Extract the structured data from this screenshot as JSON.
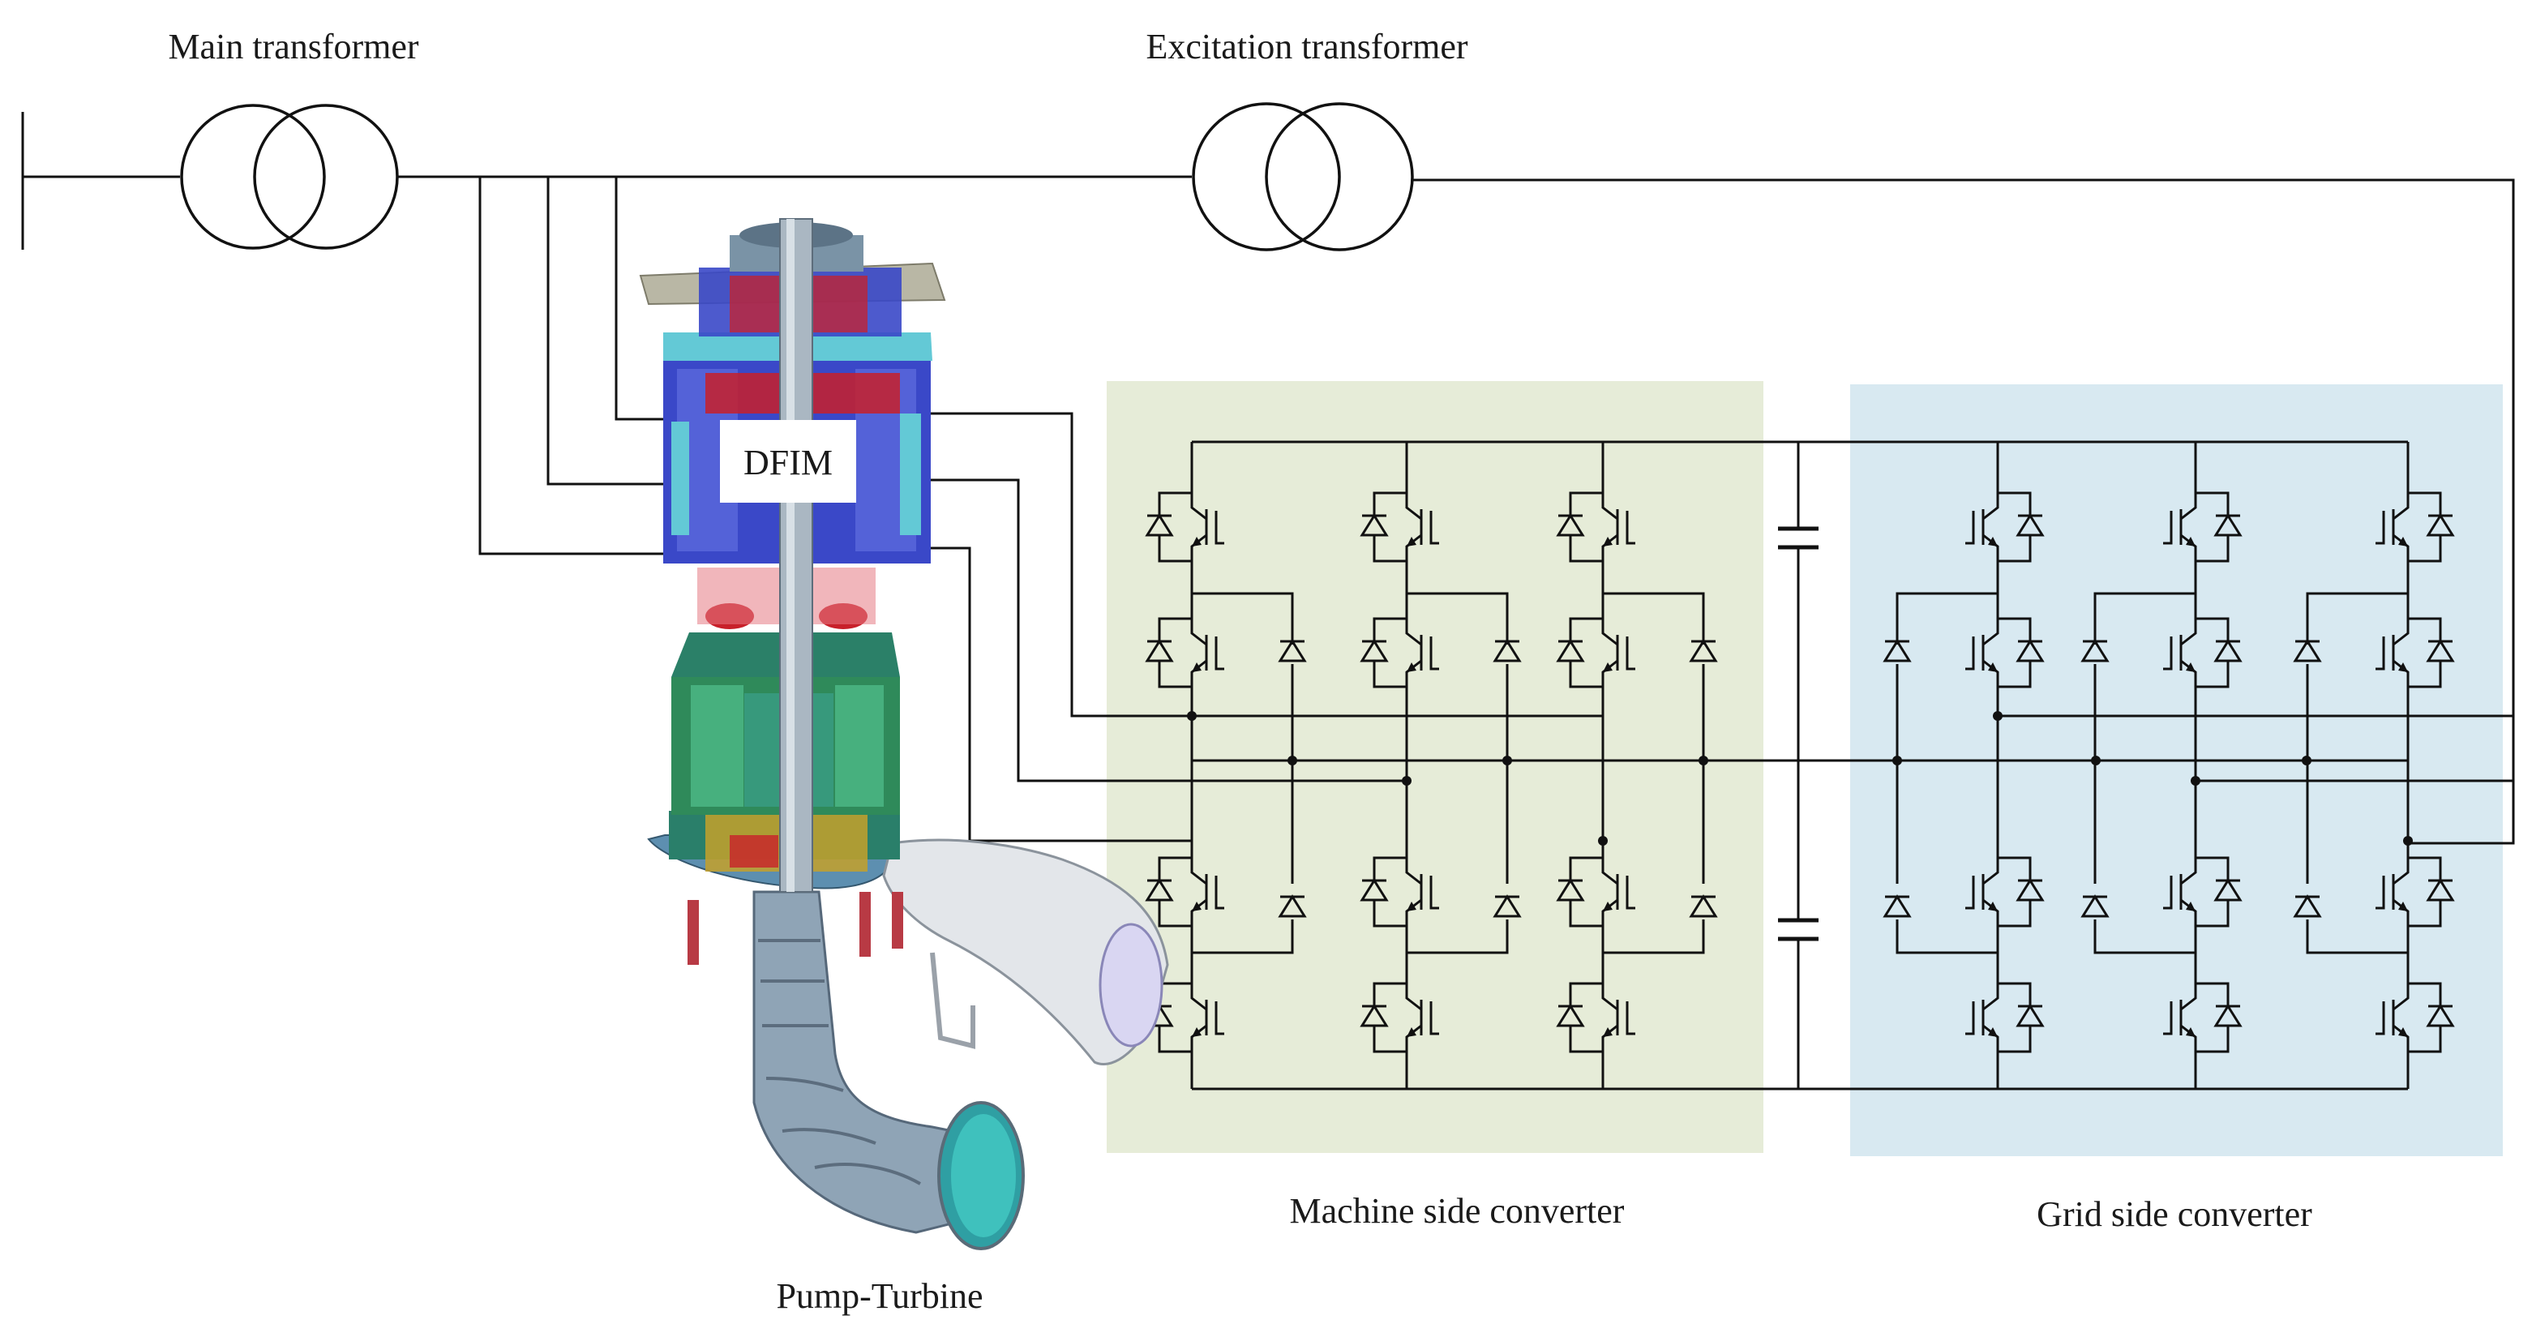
{
  "labels": {
    "main_transformer": "Main transformer",
    "excitation_transformer": "Excitation transformer",
    "dfim": "DFIM",
    "machine_side_converter": "Machine side converter",
    "grid_side_converter": "Grid side converter",
    "pump_turbine": "Pump-Turbine"
  },
  "colors": {
    "machine_side_panel": "#e6ecd8",
    "grid_side_panel": "#d8e9f1",
    "wire": "#111111",
    "machine_blue": "#3a48c8",
    "machine_green": "#2f8a5a",
    "machine_red": "#c8202a",
    "machine_cyan": "#63c9d6",
    "pipe_steel": "#7f95a8"
  }
}
